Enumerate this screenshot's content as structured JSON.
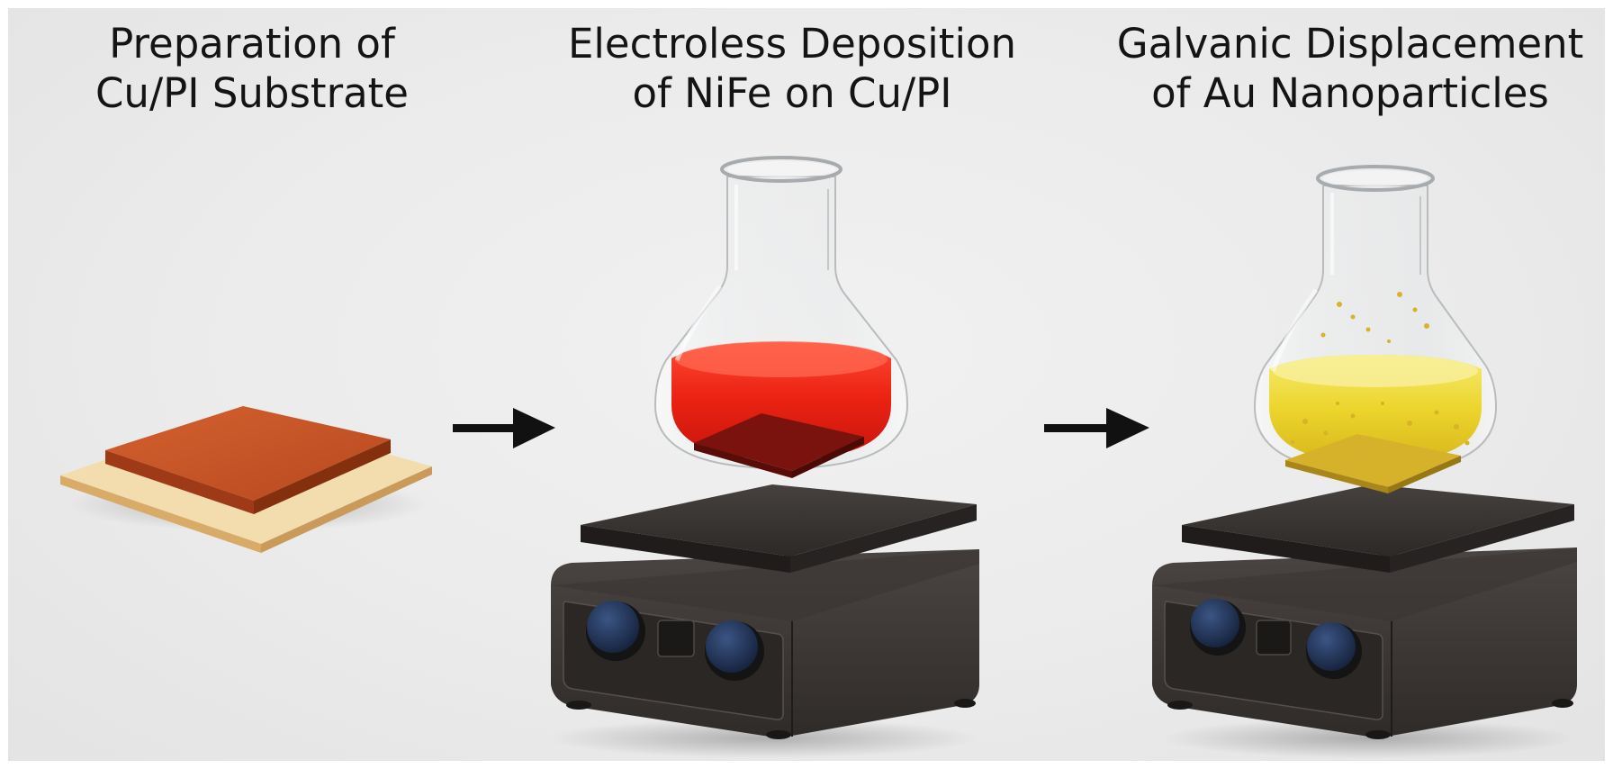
{
  "steps": [
    {
      "title_line1": "Preparation of",
      "title_line2": "Cu/PI Substrate"
    },
    {
      "title_line1": "Electroless Deposition",
      "title_line2": "of NiFe on Cu/PI"
    },
    {
      "title_line1": "Galvanic Displacement",
      "title_line2": "of Au Nanoparticles"
    }
  ],
  "colors": {
    "copper": "#c24f24",
    "polyimide": "#e9c58f",
    "nife_solution": "#e82516",
    "nife_sample": "#7a130d",
    "au_solution": "#ecd62e",
    "au_sample": "#d9b52c",
    "hotplate": "#3b3735",
    "knob": "#1f2f4d",
    "arrow": "#111111"
  }
}
